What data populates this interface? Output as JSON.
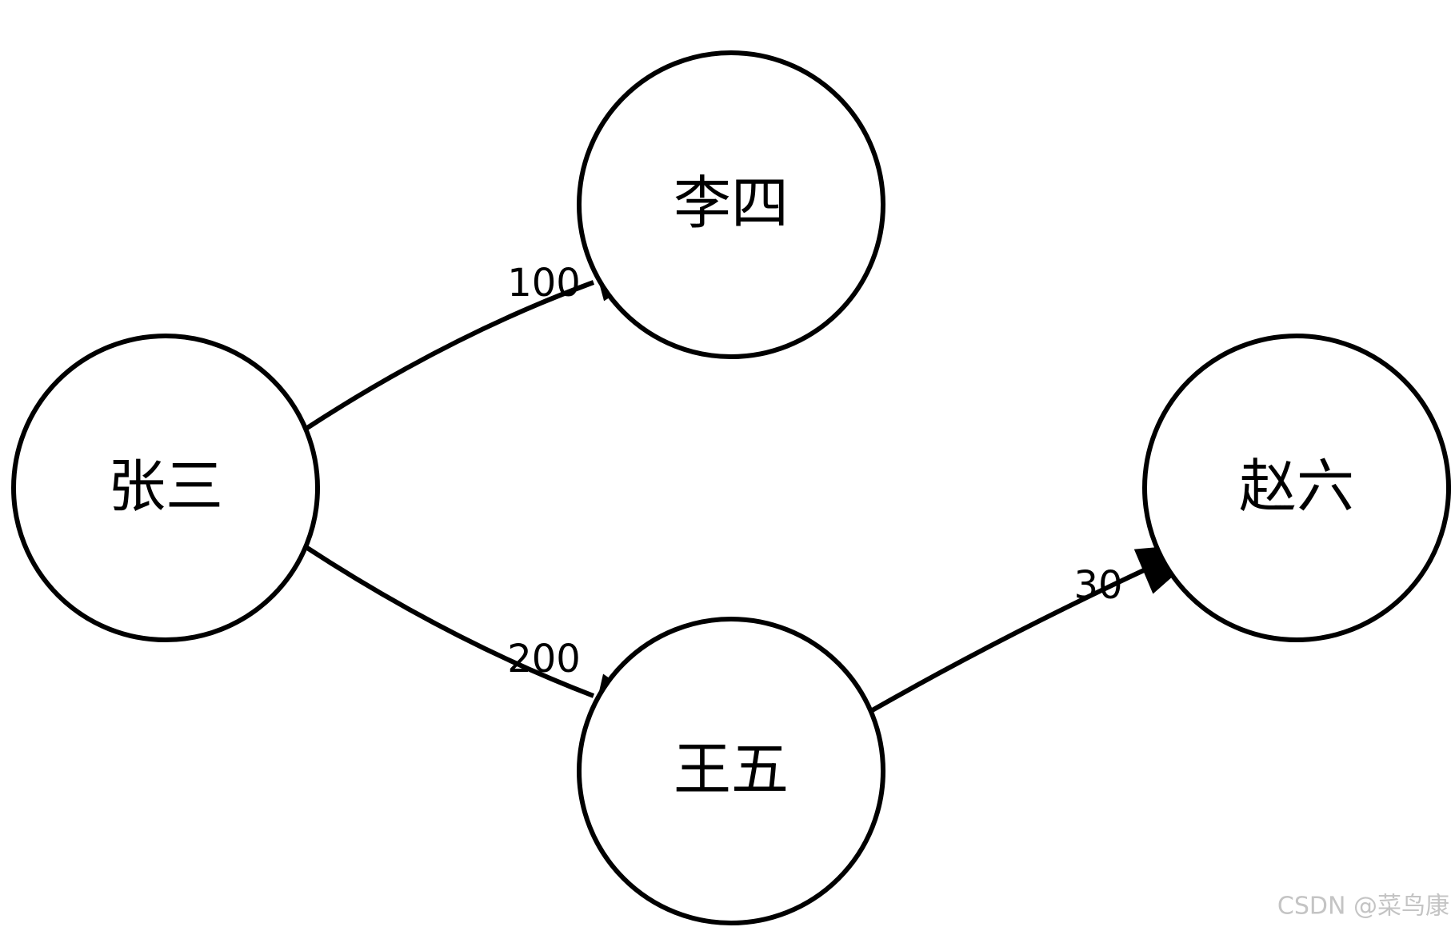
{
  "nodes": [
    {
      "id": "zhangsan",
      "label": "张三"
    },
    {
      "id": "lisi",
      "label": "李四"
    },
    {
      "id": "wangwu",
      "label": "王五"
    },
    {
      "id": "zhaoliu",
      "label": "赵六"
    }
  ],
  "edges": [
    {
      "from": "zhangsan",
      "to": "lisi",
      "label": "100"
    },
    {
      "from": "zhangsan",
      "to": "wangwu",
      "label": "200"
    },
    {
      "from": "wangwu",
      "to": "zhaoliu",
      "label": "30"
    }
  ],
  "watermark": "CSDN @菜鸟康",
  "colors": {
    "stroke": "#000000",
    "background": "#ffffff",
    "watermark": "#c4c4c4"
  }
}
